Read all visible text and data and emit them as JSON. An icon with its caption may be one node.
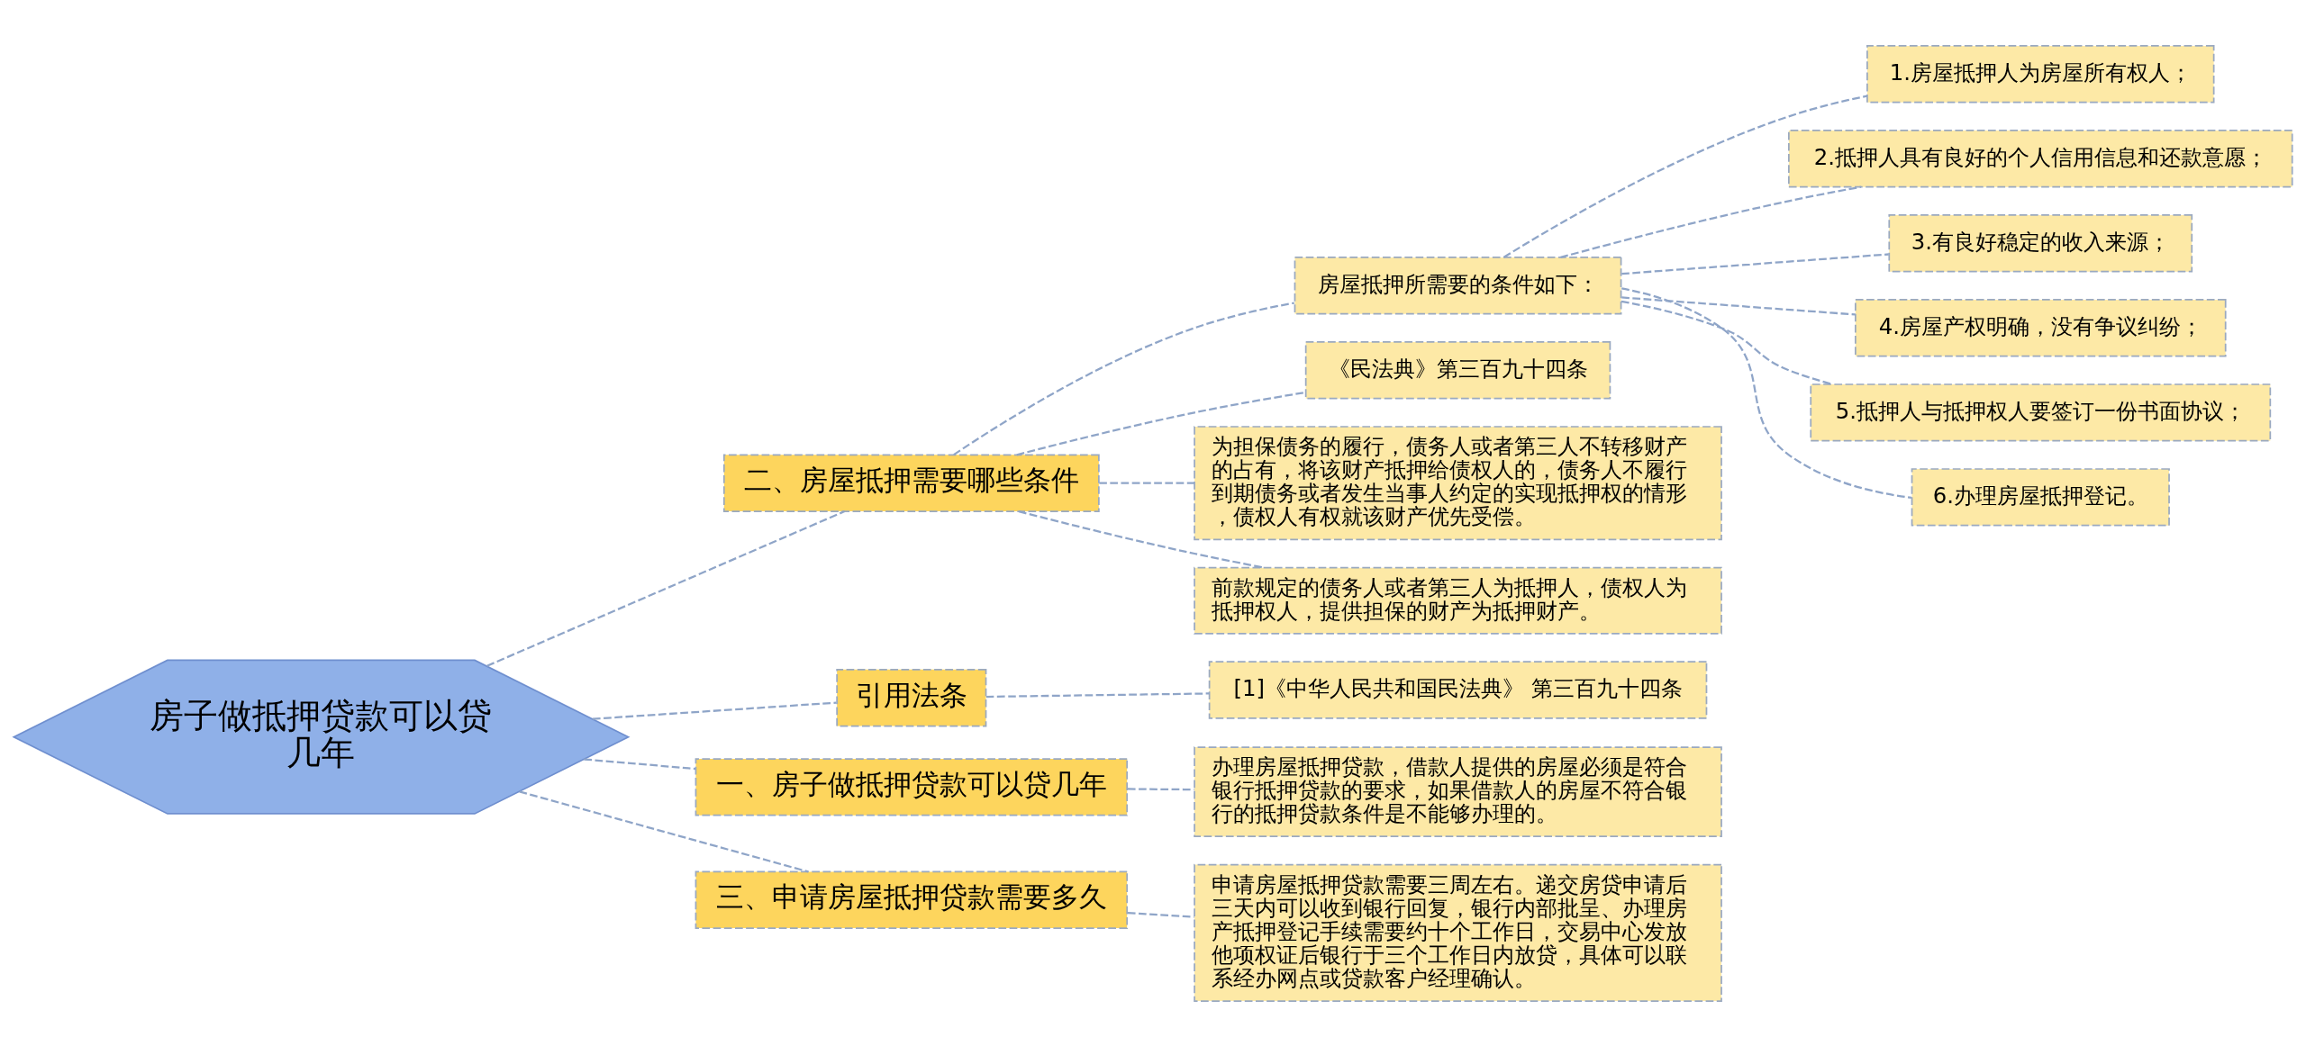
{
  "diagram": {
    "nodes": [
      {
        "text": [
          "房子做抵押贷款可以贷几年"
        ]
      },
      {
        "text": [
          "二、房屋抵押需要哪些条件"
        ]
      },
      {
        "text": [
          "房屋抵押所需要的条件如下："
        ]
      },
      {
        "text": [
          "1.房屋抵押人为房屋所有权人；"
        ]
      },
      {
        "text": [
          "2.抵押人具有良好的个人信用信息和还款意愿；"
        ]
      },
      {
        "text": [
          "3.有良好稳定的收入来源；"
        ]
      },
      {
        "text": [
          "4.房屋产权明确，没有争议纠纷；"
        ]
      },
      {
        "text": [
          "5.抵押人与抵押权人要签订一份书面协议；"
        ]
      },
      {
        "text": [
          "6.办理房屋抵押登记。"
        ]
      },
      {
        "text": [
          "《民法典》第三百九十四条"
        ]
      },
      {
        "text": [
          "为担保债务的履行，债务人或者第三人不转移财产的占有，将该财产抵押给债权人的，债务人不履行到期债务或者发生当事人约定的实现抵押权的情形，债权人有权就该财产优先受偿。"
        ]
      },
      {
        "text": [
          "前款规定的债务人或者第三人为抵押人，债权人为抵押权人，提供担保的财产为抵押财产。"
        ]
      },
      {
        "text": [
          "引用法条"
        ]
      },
      {
        "text": [
          "[1]《中华人民共和国民法典》 第三百九十四条"
        ]
      },
      {
        "text": [
          "一、房子做抵押贷款可以贷几年"
        ]
      },
      {
        "text": [
          "办理房屋抵押贷款，借款人提供的房屋必须是符合银行抵押贷款的要求，如果借款人的房屋不符合银行的抵押贷款条件是不能够办理的。"
        ]
      },
      {
        "text": [
          "三、申请房屋抵押贷款需要多久"
        ]
      },
      {
        "text": [
          "申请房屋抵押贷款需要三周左右。递交房贷申请后三天内可以收到银行回复，银行内部批呈、办理房产抵押登记手续需要约十个工作日，交易中心发放他项权证后银行于三个工作日内放贷，具体可以联系经办网点或贷款客户经理确认。"
        ]
      }
    ],
    "edges": [
      {
        "from": 0,
        "to": 1,
        "arrow": "none",
        "style": "dashed"
      },
      {
        "from": 1,
        "to": 2,
        "arrow": "none",
        "style": "dashed"
      },
      {
        "from": 2,
        "to": 3,
        "arrow": "none",
        "style": "dashed"
      },
      {
        "from": 2,
        "to": 4,
        "arrow": "none",
        "style": "dashed"
      },
      {
        "from": 2,
        "to": 5,
        "arrow": "none",
        "style": "dashed"
      },
      {
        "from": 2,
        "to": 6,
        "arrow": "none",
        "style": "dashed"
      },
      {
        "from": 2,
        "to": 7,
        "arrow": "none",
        "style": "dashed"
      },
      {
        "from": 2,
        "to": 8,
        "arrow": "none",
        "style": "dashed"
      },
      {
        "from": 1,
        "to": 9,
        "arrow": "none",
        "style": "dashed"
      },
      {
        "from": 1,
        "to": 10,
        "arrow": "none",
        "style": "dashed"
      },
      {
        "from": 1,
        "to": 11,
        "arrow": "none",
        "style": "dashed"
      },
      {
        "from": 0,
        "to": 12,
        "arrow": "none",
        "style": "dashed"
      },
      {
        "from": 12,
        "to": 13,
        "arrow": "none",
        "style": "dashed"
      },
      {
        "from": 0,
        "to": 14,
        "arrow": "none",
        "style": "dashed"
      },
      {
        "from": 14,
        "to": 15,
        "arrow": "none",
        "style": "dashed"
      },
      {
        "from": 0,
        "to": 16,
        "arrow": "none",
        "style": "dashed"
      },
      {
        "from": 16,
        "to": 17,
        "arrow": "none",
        "style": "dashed"
      }
    ]
  }
}
